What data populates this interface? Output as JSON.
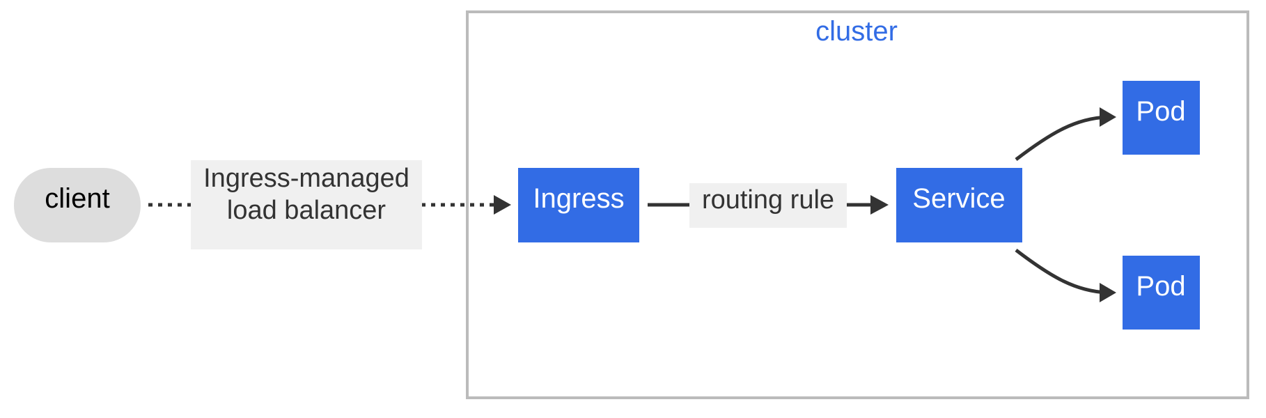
{
  "cluster": {
    "label": "cluster"
  },
  "nodes": {
    "client": {
      "label": "client"
    },
    "ingress": {
      "label": "Ingress"
    },
    "service": {
      "label": "Service"
    },
    "pod1": {
      "label": "Pod"
    },
    "pod2": {
      "label": "Pod"
    }
  },
  "edges": {
    "client_to_ingress": {
      "label_line1": "Ingress-managed",
      "label_line2": "load balancer",
      "style": "dotted"
    },
    "ingress_to_service": {
      "label": "routing rule",
      "style": "solid"
    },
    "service_to_pod1": {
      "style": "solid"
    },
    "service_to_pod2": {
      "style": "solid"
    }
  },
  "colors": {
    "node_fill": "#326ce5",
    "node_text": "#ffffff",
    "client_fill": "#dddddd",
    "client_text": "#000000",
    "cluster_border": "#bbbbbb",
    "cluster_label": "#326ce5",
    "edge": "#333333",
    "edge_label_bg": "#f0f0f0"
  }
}
